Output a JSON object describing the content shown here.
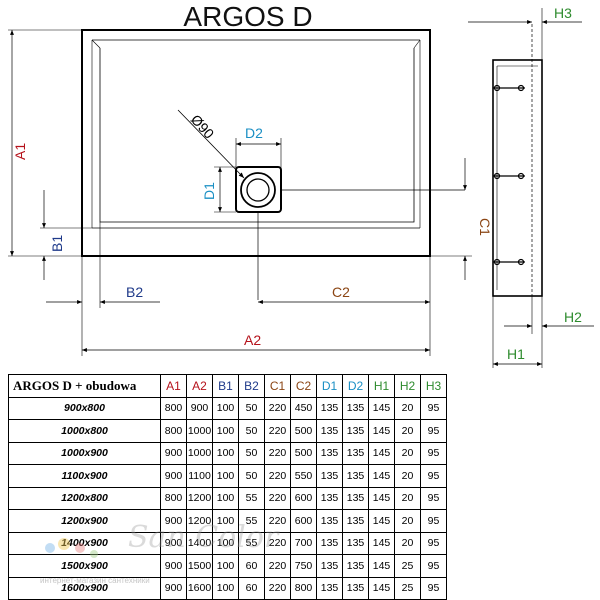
{
  "title": "ARGOS D",
  "labels": {
    "A1": "A1",
    "A2": "A2",
    "B1": "B1",
    "B2": "B2",
    "C1": "C1",
    "C2": "C2",
    "D1": "D1",
    "D2": "D2",
    "H1": "H1",
    "H2": "H2",
    "H3": "H3",
    "drain": "Ø90"
  },
  "colors": {
    "A": "#b5121b",
    "B": "#1f3a8a",
    "C": "#8b4513",
    "D": "#1a8fc4",
    "H": "#2e8b2e",
    "line": "#000000"
  },
  "table": {
    "header_model": "ARGOS D + obudowa",
    "columns": [
      "A1",
      "A2",
      "B1",
      "B2",
      "C1",
      "C2",
      "D1",
      "D2",
      "H1",
      "H2",
      "H3"
    ],
    "rows": [
      {
        "model": "900x800",
        "v": [
          "800",
          "900",
          "100",
          "50",
          "220",
          "450",
          "135",
          "135",
          "145",
          "20",
          "95"
        ]
      },
      {
        "model": "1000x800",
        "v": [
          "800",
          "1000",
          "100",
          "50",
          "220",
          "500",
          "135",
          "135",
          "145",
          "20",
          "95"
        ]
      },
      {
        "model": "1000x900",
        "v": [
          "900",
          "1000",
          "100",
          "50",
          "220",
          "500",
          "135",
          "135",
          "145",
          "20",
          "95"
        ]
      },
      {
        "model": "1100x900",
        "v": [
          "900",
          "1100",
          "100",
          "50",
          "220",
          "550",
          "135",
          "135",
          "145",
          "20",
          "95"
        ]
      },
      {
        "model": "1200x800",
        "v": [
          "800",
          "1200",
          "100",
          "55",
          "220",
          "600",
          "135",
          "135",
          "145",
          "20",
          "95"
        ]
      },
      {
        "model": "1200x900",
        "v": [
          "900",
          "1200",
          "100",
          "55",
          "220",
          "600",
          "135",
          "135",
          "145",
          "20",
          "95"
        ]
      },
      {
        "model": "1400x900",
        "v": [
          "900",
          "1400",
          "100",
          "55",
          "220",
          "700",
          "135",
          "135",
          "145",
          "20",
          "95"
        ]
      },
      {
        "model": "1500x900",
        "v": [
          "900",
          "1500",
          "100",
          "60",
          "220",
          "750",
          "135",
          "135",
          "145",
          "25",
          "95"
        ]
      },
      {
        "model": "1600x900",
        "v": [
          "900",
          "1600",
          "100",
          "60",
          "220",
          "800",
          "135",
          "135",
          "145",
          "25",
          "95"
        ]
      }
    ]
  },
  "watermark": {
    "brand": "San Color",
    "sub": "интернет-магазин сантехники"
  }
}
